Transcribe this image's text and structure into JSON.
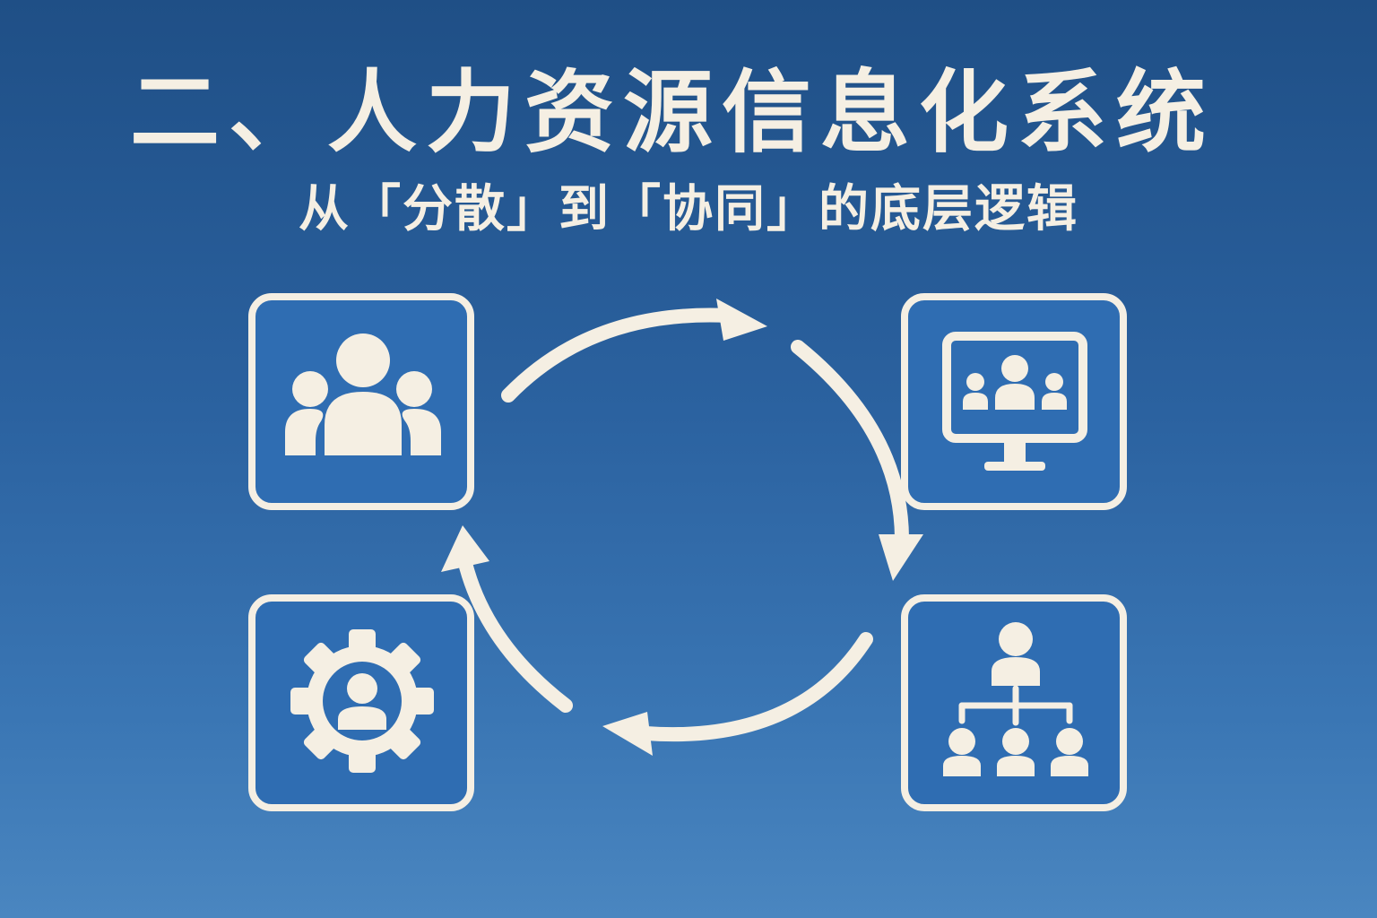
{
  "title": "二、人力资源信息化系统",
  "subtitle": "从「分散」到「协同」的底层逻辑",
  "colors": {
    "background_top": "#1f4f86",
    "background_bottom": "#4a86c0",
    "tile_fill": "#2f6db2",
    "foreground": "#f5efe3"
  },
  "nodes": [
    {
      "icon": "team-group-icon",
      "position": "top-left"
    },
    {
      "icon": "monitor-video-meeting-icon",
      "position": "top-right"
    },
    {
      "icon": "org-chart-hierarchy-icon",
      "position": "bottom-right"
    },
    {
      "icon": "gear-user-settings-icon",
      "position": "bottom-left"
    }
  ],
  "cycle_direction": "clockwise"
}
